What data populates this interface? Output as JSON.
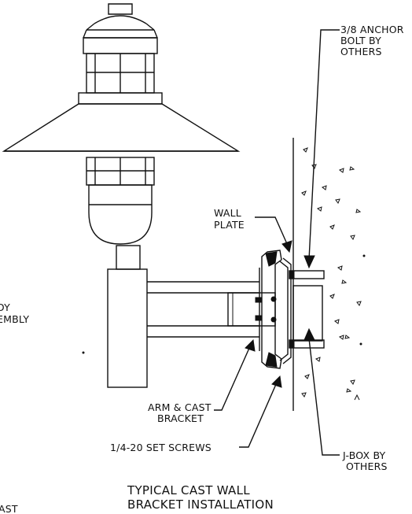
{
  "labels": {
    "anchor_bolt": [
      "3/8 ANCHOR",
      "BOLT BY",
      "OTHERS"
    ],
    "wall_plate": [
      "WALL",
      "PLATE"
    ],
    "arm_bracket": [
      "ARM & CAST",
      "BRACKET"
    ],
    "set_screws": [
      "1/4-20 SET SCREWS"
    ],
    "jbox": [
      "J-BOX BY",
      "OTHERS"
    ],
    "partial_left_1": [
      "DY",
      "EMBLY"
    ],
    "partial_left_2": [
      "AST"
    ]
  },
  "title": [
    "TYPICAL CAST WALL",
    "BRACKET INSTALLATION"
  ]
}
